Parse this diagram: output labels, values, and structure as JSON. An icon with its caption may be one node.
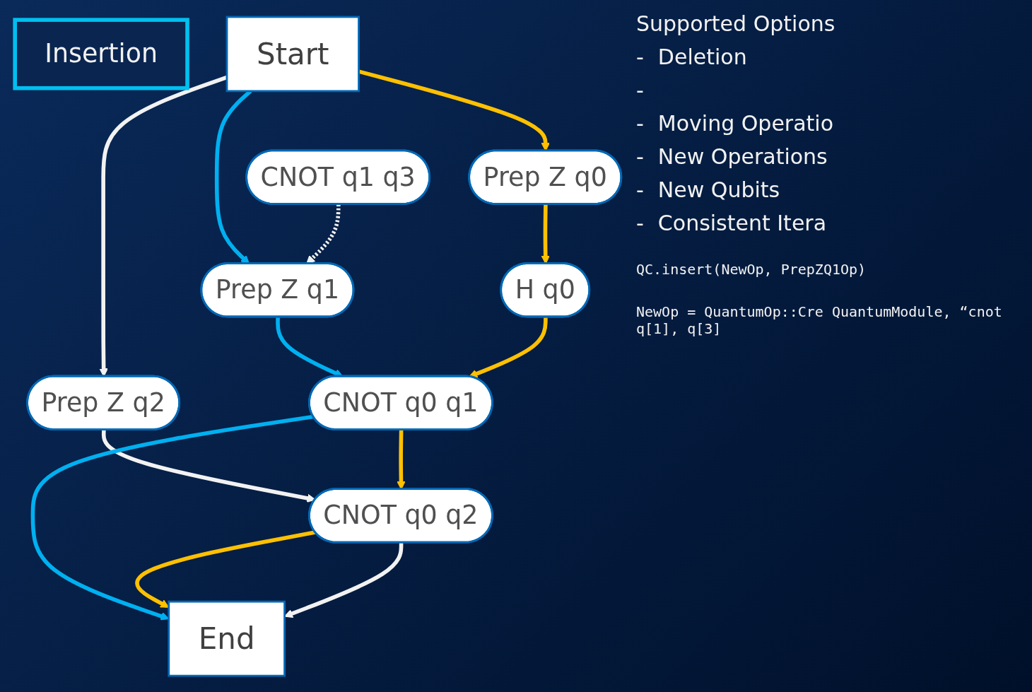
{
  "diagram": {
    "nodes": [
      {
        "text": [
          "Start"
        ]
      },
      {
        "text": [
          "Prep Z q0"
        ]
      },
      {
        "text": [
          "Prep Z q1"
        ]
      },
      {
        "text": [
          "Prep Z q2"
        ]
      },
      {
        "text": [
          "H q0"
        ]
      },
      {
        "text": [
          "CNOT q0 q1"
        ]
      },
      {
        "text": [
          "CNOT q0 q2"
        ]
      },
      {
        "text": [
          "End"
        ]
      },
      {
        "text": [
          "CNOT q1 q3"
        ]
      },
      {
        "text": [
          "Insertion"
        ]
      }
    ],
    "edges": [
      {
        "from": 0,
        "to": 1,
        "arrow": "to"
      },
      {
        "from": 0,
        "to": 2,
        "arrow": "to",
        "color": "#00b0f0"
      },
      {
        "from": 0,
        "to": 3,
        "arrow": "to",
        "color": "#f2f2f2"
      },
      {
        "from": 1,
        "to": 4,
        "arrow": "to"
      },
      {
        "from": 2,
        "to": 5,
        "arrow": "to",
        "color": "#00b0f0"
      },
      {
        "from": 3,
        "to": 6,
        "arrow": "to",
        "color": "#f2f2f2"
      },
      {
        "from": 4,
        "to": 5,
        "arrow": "to"
      },
      {
        "from": 5,
        "to": 6,
        "arrow": "to"
      },
      {
        "from": 5,
        "to": 7,
        "arrow": "to",
        "color": "#00b0f0"
      },
      {
        "from": 6,
        "to": 7,
        "arrow": "to"
      },
      {
        "from": 6,
        "to": 7,
        "arrow": "to",
        "color": "#f2f2f2"
      },
      {
        "from": 8,
        "to": 2,
        "arrow": "to",
        "style": "dashed",
        "color": "#f2f2f2"
      }
    ],
    "labels": [
      "Supported Options",
      "-",
      "Deletion",
      "-",
      "-",
      "Moving Operatio",
      "-",
      "New Operations",
      "-",
      "New Qubits",
      "-",
      "Consistent Itera",
      "QC.insert(NewOp, PrepZQ1Op)",
      "NewOp = QuantumOp::Cre QuantumModule, “cnot q[1], q[3]"
    ]
  }
}
